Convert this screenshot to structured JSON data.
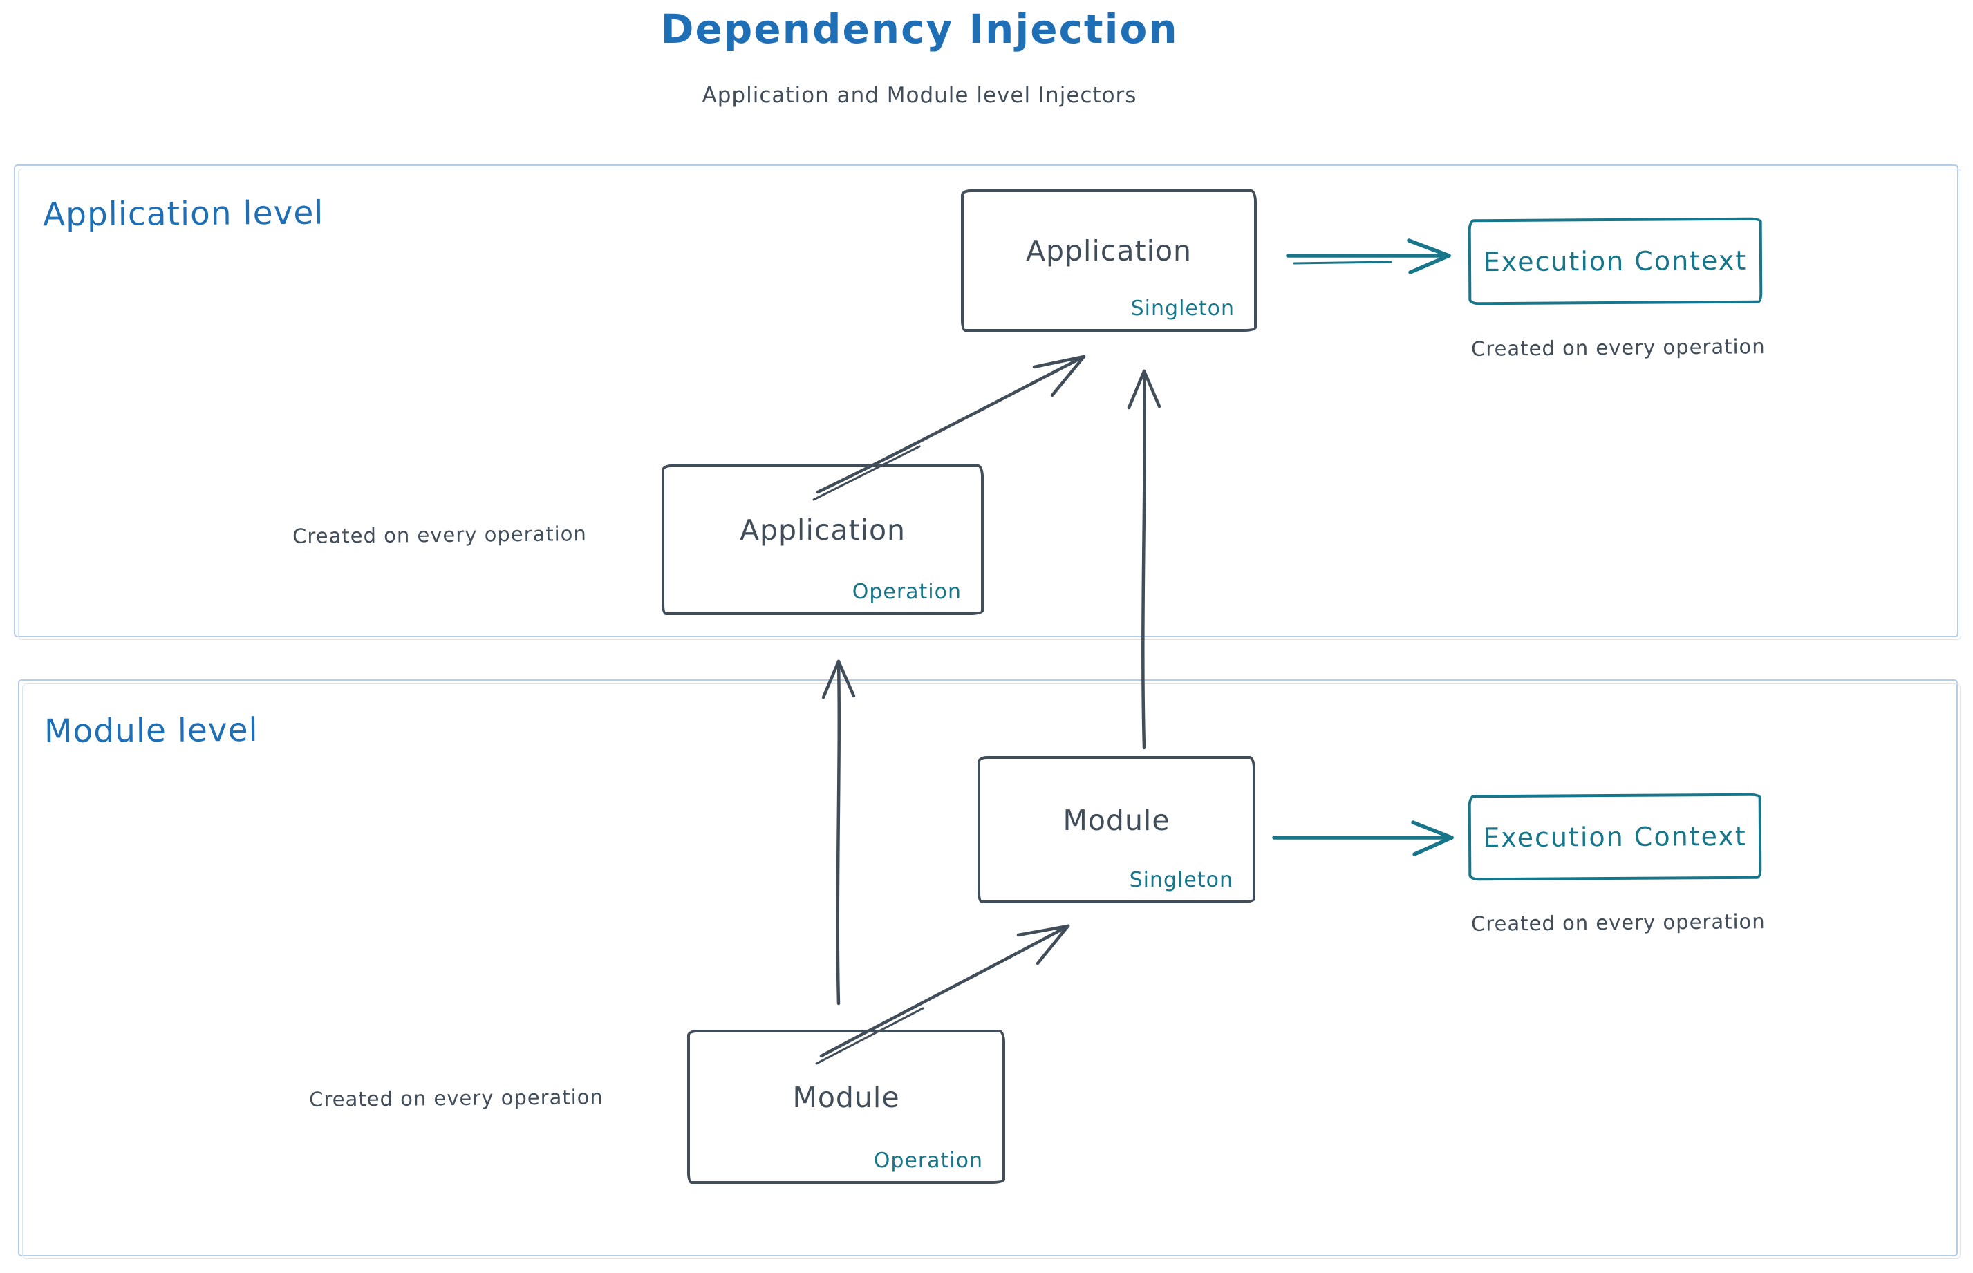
{
  "colors": {
    "blue": "#1f6fb6",
    "ink": "#414d59",
    "teal": "#17768a",
    "section_border": "#b5cde9",
    "section_border_light": "#d9e6f4"
  },
  "header": {
    "title": "Dependency Injection",
    "subtitle": "Application and Module level Injectors"
  },
  "application_section": {
    "label": "Application level",
    "singleton_node": {
      "title": "Application",
      "tag": "Singleton"
    },
    "operation_node": {
      "title": "Application",
      "tag": "Operation"
    },
    "execution_node": {
      "title": "Execution Context"
    },
    "operation_caption": "Created on every operation",
    "execution_caption": "Created on every operation"
  },
  "module_section": {
    "label": "Module level",
    "singleton_node": {
      "title": "Module",
      "tag": "Singleton"
    },
    "operation_node": {
      "title": "Module",
      "tag": "Operation"
    },
    "execution_node": {
      "title": "Execution Context"
    },
    "operation_caption": "Created on every operation",
    "execution_caption": "Created on every operation"
  }
}
